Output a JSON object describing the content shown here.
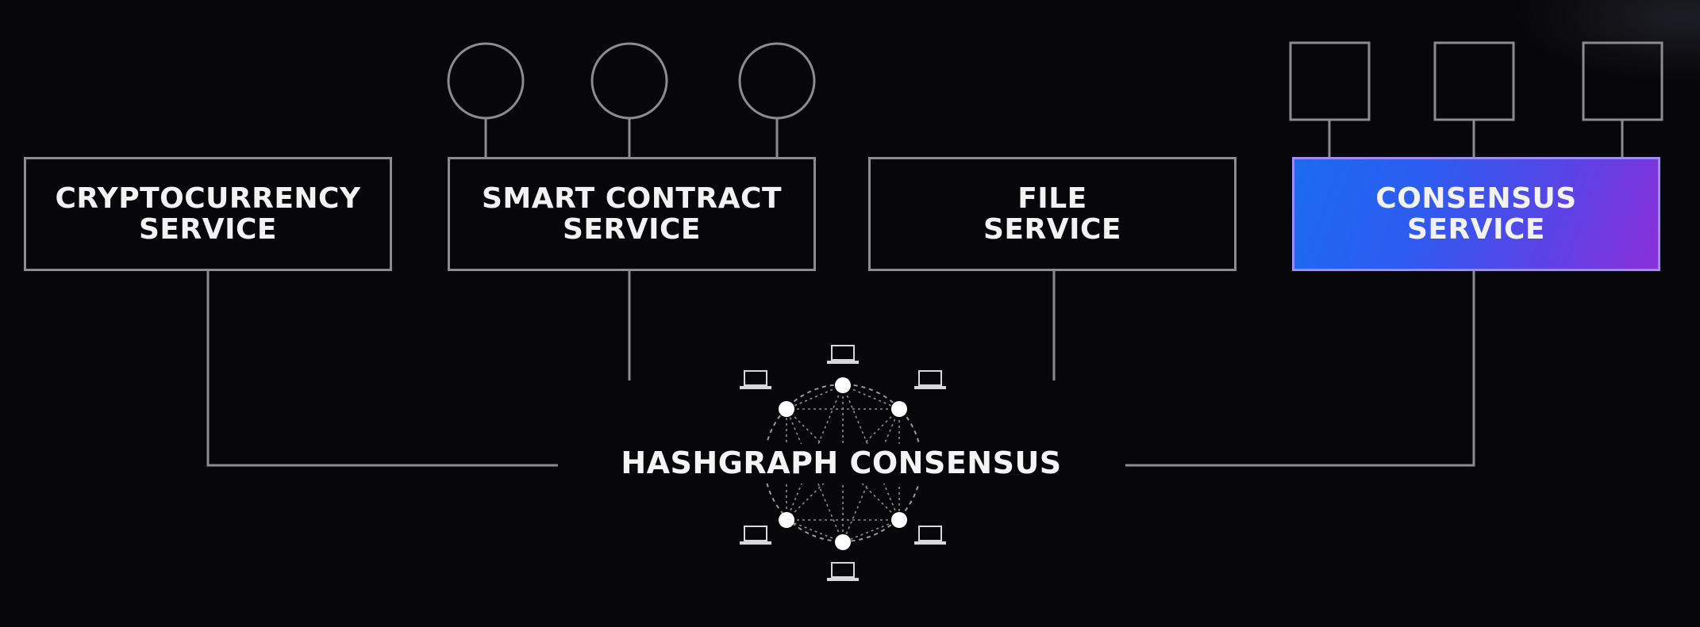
{
  "services": [
    {
      "id": "cryptocurrency",
      "label": "CRYPTOCURRENCY\nSERVICE",
      "highlighted": false,
      "attachment": "none"
    },
    {
      "id": "smart-contract",
      "label": "SMART CONTRACT\nSERVICE",
      "highlighted": false,
      "attachment": "circles"
    },
    {
      "id": "file",
      "label": "FILE\nSERVICE",
      "highlighted": false,
      "attachment": "none"
    },
    {
      "id": "consensus",
      "label": "CONSENSUS\nSERVICE",
      "highlighted": true,
      "attachment": "squares"
    }
  ],
  "center": {
    "label": "HASHGRAPH CONSENSUS",
    "icon": "hashgraph-network-icon",
    "peer_icon": "laptop-icon"
  },
  "colors": {
    "background": "#070709",
    "line": "#8c8c90",
    "text": "#f2f2f2",
    "highlight_start": "#1b6cf2",
    "highlight_end": "#8a2fd8"
  }
}
